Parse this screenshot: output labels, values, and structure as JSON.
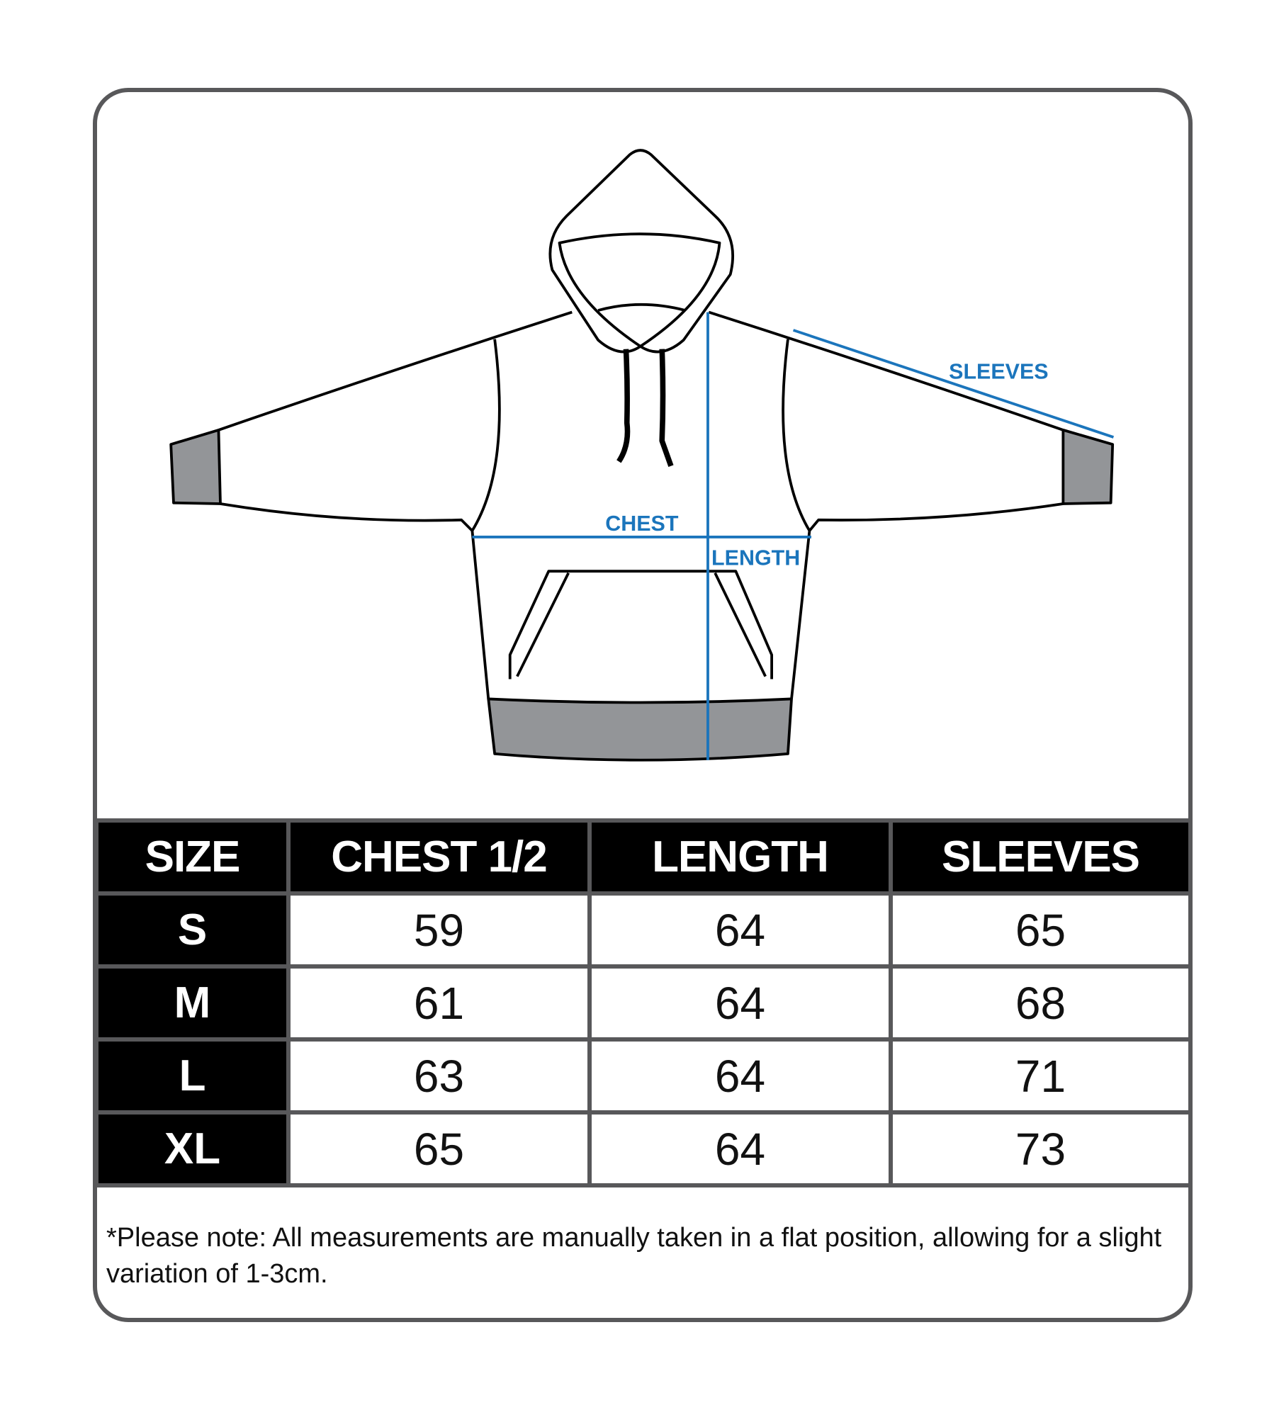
{
  "diagram": {
    "labels": {
      "chest": "CHEST",
      "length": "LENGTH",
      "sleeves": "SLEEVES"
    },
    "colors": {
      "outline": "#000000",
      "trim": "#939598",
      "measure": "#1b75bc",
      "border": "#58585a"
    }
  },
  "table": {
    "headers": [
      "SIZE",
      "CHEST 1/2",
      "LENGTH",
      "SLEEVES"
    ],
    "rows": [
      {
        "size": "S",
        "chest": "59",
        "length": "64",
        "sleeves": "65"
      },
      {
        "size": "M",
        "chest": "61",
        "length": "64",
        "sleeves": "68"
      },
      {
        "size": "L",
        "chest": "63",
        "length": "64",
        "sleeves": "71"
      },
      {
        "size": "XL",
        "chest": "65",
        "length": "64",
        "sleeves": "73"
      }
    ]
  },
  "note": "*Please note: All measurements are manually taken in a flat position, allowing for a slight variation of 1-3cm."
}
